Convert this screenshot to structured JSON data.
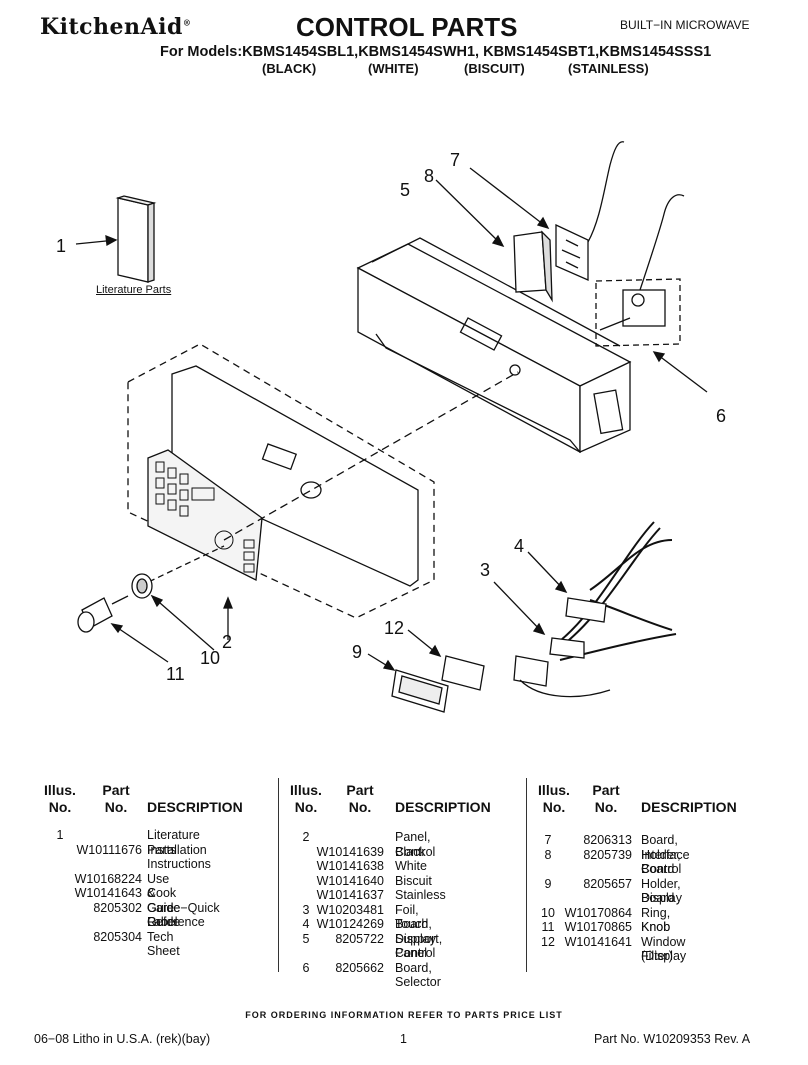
{
  "header": {
    "brand": "KitchenAid",
    "brand_mark": "®",
    "title": "CONTROL PARTS",
    "subtitle": "BUILT−IN MICROWAVE",
    "models": "For Models:KBMS1454SBL1,KBMS1454SWH1, KBMS1454SBT1,KBMS1454SSS1",
    "finishes": [
      "(BLACK)",
      "(WHITE)",
      "(BISCUIT)",
      "(STAINLESS)"
    ]
  },
  "diagram": {
    "literature_label": "Literature Parts",
    "callouts": [
      "1",
      "2",
      "3",
      "4",
      "5",
      "6",
      "7",
      "8",
      "9",
      "10",
      "11",
      "12"
    ]
  },
  "table": {
    "headers": {
      "illus": [
        "Illus.",
        "No."
      ],
      "part": [
        "Part",
        "No."
      ],
      "desc": "DESCRIPTION"
    },
    "columns": [
      [
        {
          "illus": "1",
          "part": "",
          "desc": "Literature Parts"
        },
        {
          "illus": "",
          "part": "W10111676",
          "desc": "Installation"
        },
        {
          "illus": "",
          "part": "",
          "desc": "Instructions"
        },
        {
          "illus": "",
          "part": "W10168224",
          "desc": "Use & Care Guide"
        },
        {
          "illus": "",
          "part": "W10141643",
          "desc": "Cook Guide Label"
        },
        {
          "illus": "",
          "part": "8205302",
          "desc": "Guide−Quick"
        },
        {
          "illus": "",
          "part": "",
          "desc": "Reference"
        },
        {
          "illus": "",
          "part": "8205304",
          "desc": "Tech Sheet"
        }
      ],
      [
        {
          "illus": "2",
          "part": "",
          "desc": "Panel, Control"
        },
        {
          "illus": "",
          "part": "W10141639",
          "desc": "Black"
        },
        {
          "illus": "",
          "part": "W10141638",
          "desc": "White"
        },
        {
          "illus": "",
          "part": "W10141640",
          "desc": "Biscuit"
        },
        {
          "illus": "",
          "part": "W10141637",
          "desc": "Stainless"
        },
        {
          "illus": "3",
          "part": "W10203481",
          "desc": "Foil, Touch"
        },
        {
          "illus": "4",
          "part": "W10124269",
          "desc": "Board, Display"
        },
        {
          "illus": "5",
          "part": "8205722",
          "desc": "Support, Control"
        },
        {
          "illus": "",
          "part": "",
          "desc": "Panel"
        },
        {
          "illus": "6",
          "part": "8205662",
          "desc": "Board, Selector"
        }
      ],
      [
        {
          "illus": "7",
          "part": "8206313",
          "desc": "Board, Interface"
        },
        {
          "illus": "8",
          "part": "8205739",
          "desc": "Holder, Control"
        },
        {
          "illus": "",
          "part": "",
          "desc": "Board"
        },
        {
          "illus": "9",
          "part": "8205657",
          "desc": "Holder, Display"
        },
        {
          "illus": "",
          "part": "",
          "desc": "Board"
        },
        {
          "illus": "10",
          "part": "W10170864",
          "desc": "Ring, Knob"
        },
        {
          "illus": "11",
          "part": "W10170865",
          "desc": "Knob"
        },
        {
          "illus": "12",
          "part": "W10141641",
          "desc": "Window (Display"
        },
        {
          "illus": "",
          "part": "",
          "desc": "Filter)"
        }
      ]
    ]
  },
  "footer": {
    "note": "FOR ORDERING INFORMATION REFER TO PARTS PRICE LIST",
    "litho": "06−08 Litho in U.S.A. (rek)(bay)",
    "page": "1",
    "part_no": "Part No. W10209353 Rev. A"
  }
}
